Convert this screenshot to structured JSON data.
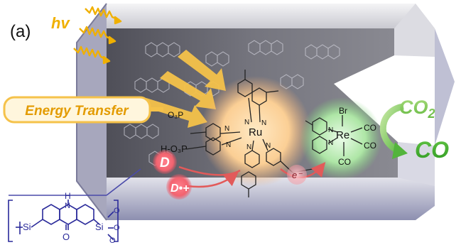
{
  "panel_label": "(a)",
  "light": {
    "label": "hv"
  },
  "energy_transfer": {
    "label": "Energy Transfer"
  },
  "ru_complex": {
    "metal": "Ru",
    "anchor_label": "H-O₃P",
    "anchor_label_top": "O₃P",
    "n_label": "N"
  },
  "re_complex": {
    "metal": "Re",
    "ligand_br": "Br",
    "ligand_co_1": "CO",
    "ligand_co_2": "CO",
    "ligand_co_3": "CO",
    "n_label": "N"
  },
  "donor": {
    "label": "D",
    "oxidized_label": "D•+"
  },
  "electron": {
    "label": "e⁻"
  },
  "products": {
    "reactant_base": "CO",
    "reactant_sub": "2",
    "product": "CO"
  },
  "framework": {
    "nh_label": "H",
    "n_label": "N",
    "o_label": "O",
    "si_left": "Si",
    "si_right": "Si",
    "o_1": "O",
    "o_2": "O",
    "o_3": "O"
  },
  "colors": {
    "light_wave": "#f0b000",
    "energy_arrow": "#f5c24a",
    "energy_text": "#e39b00",
    "ru_glow": "#f7b27a",
    "re_glow": "#8fdc8f",
    "donor_glow": "#f06470",
    "electron_glow": "#f5a0a8",
    "co2_text": "#7cc04c",
    "co_text": "#4cae2e",
    "framework_blue": "#2a2a9a",
    "channel_fill": "#6b6b74"
  }
}
